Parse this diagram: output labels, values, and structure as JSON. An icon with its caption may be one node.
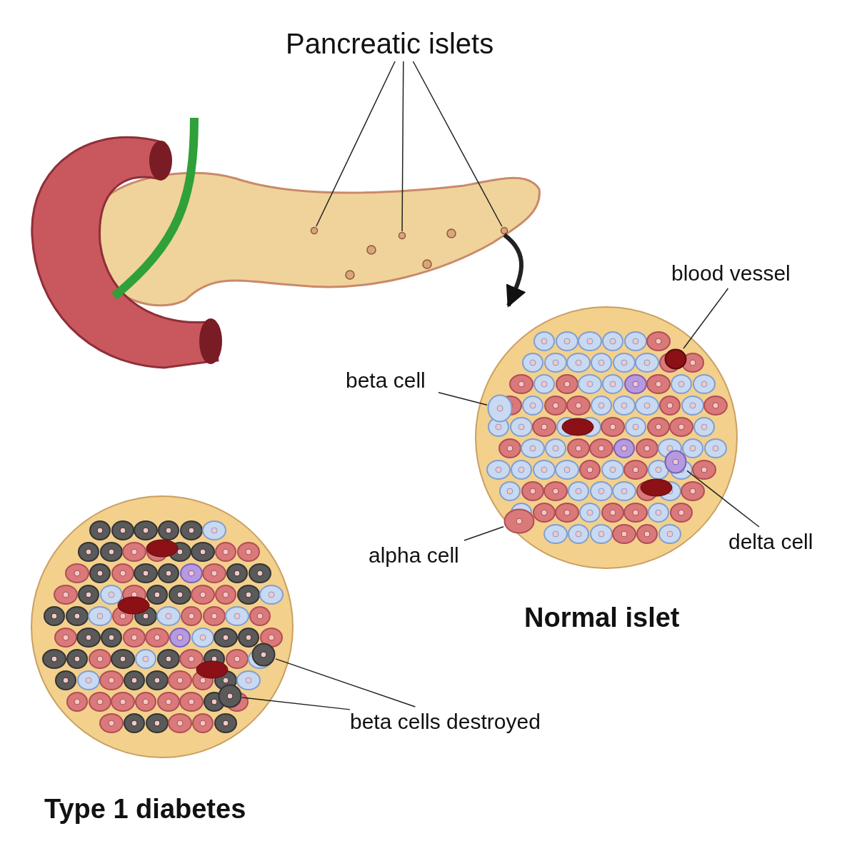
{
  "diagram": {
    "nodes": [
      {
        "text": [
          "Pancreatic islets"
        ]
      },
      {
        "text": [],
        "shape": "circle"
      },
      {
        "text": [],
        "shape": "circle"
      },
      {
        "text": [],
        "shape": "circle"
      },
      {
        "text": [
          "Normal islet"
        ]
      },
      {
        "text": [
          "blood vessel"
        ]
      },
      {
        "text": [],
        "shape": "circle",
        "in": 4
      },
      {
        "text": [
          "beta cell"
        ]
      },
      {
        "text": [],
        "shape": "circle",
        "in": 4
      },
      {
        "text": [
          "alpha cell"
        ]
      },
      {
        "text": [],
        "shape": "circle",
        "in": 4
      },
      {
        "text": [
          "delta cell"
        ]
      },
      {
        "text": [],
        "shape": "circle",
        "in": 4
      },
      {
        "text": [
          "Type 1 diabetes"
        ]
      },
      {
        "text": [
          "beta cells destroyed"
        ]
      },
      {
        "text": [],
        "shape": "circle",
        "in": 13
      },
      {
        "text": [],
        "shape": "circle",
        "in": 13
      }
    ],
    "edges": [
      {
        "from": 0,
        "to": 1,
        "arrow": "none"
      },
      {
        "from": 0,
        "to": 2,
        "arrow": "none"
      },
      {
        "from": 0,
        "to": 3,
        "arrow": "none"
      },
      {
        "from": 3,
        "to": 4,
        "arrow": "to",
        "style": "thick"
      },
      {
        "from": 5,
        "to": 6,
        "arrow": "none"
      },
      {
        "from": 7,
        "to": 8,
        "arrow": "none"
      },
      {
        "from": 9,
        "to": 10,
        "arrow": "none"
      },
      {
        "from": 11,
        "to": 12,
        "arrow": "none"
      },
      {
        "from": 14,
        "to": 15,
        "arrow": "none"
      },
      {
        "from": 14,
        "to": 16,
        "arrow": "none"
      }
    ]
  }
}
